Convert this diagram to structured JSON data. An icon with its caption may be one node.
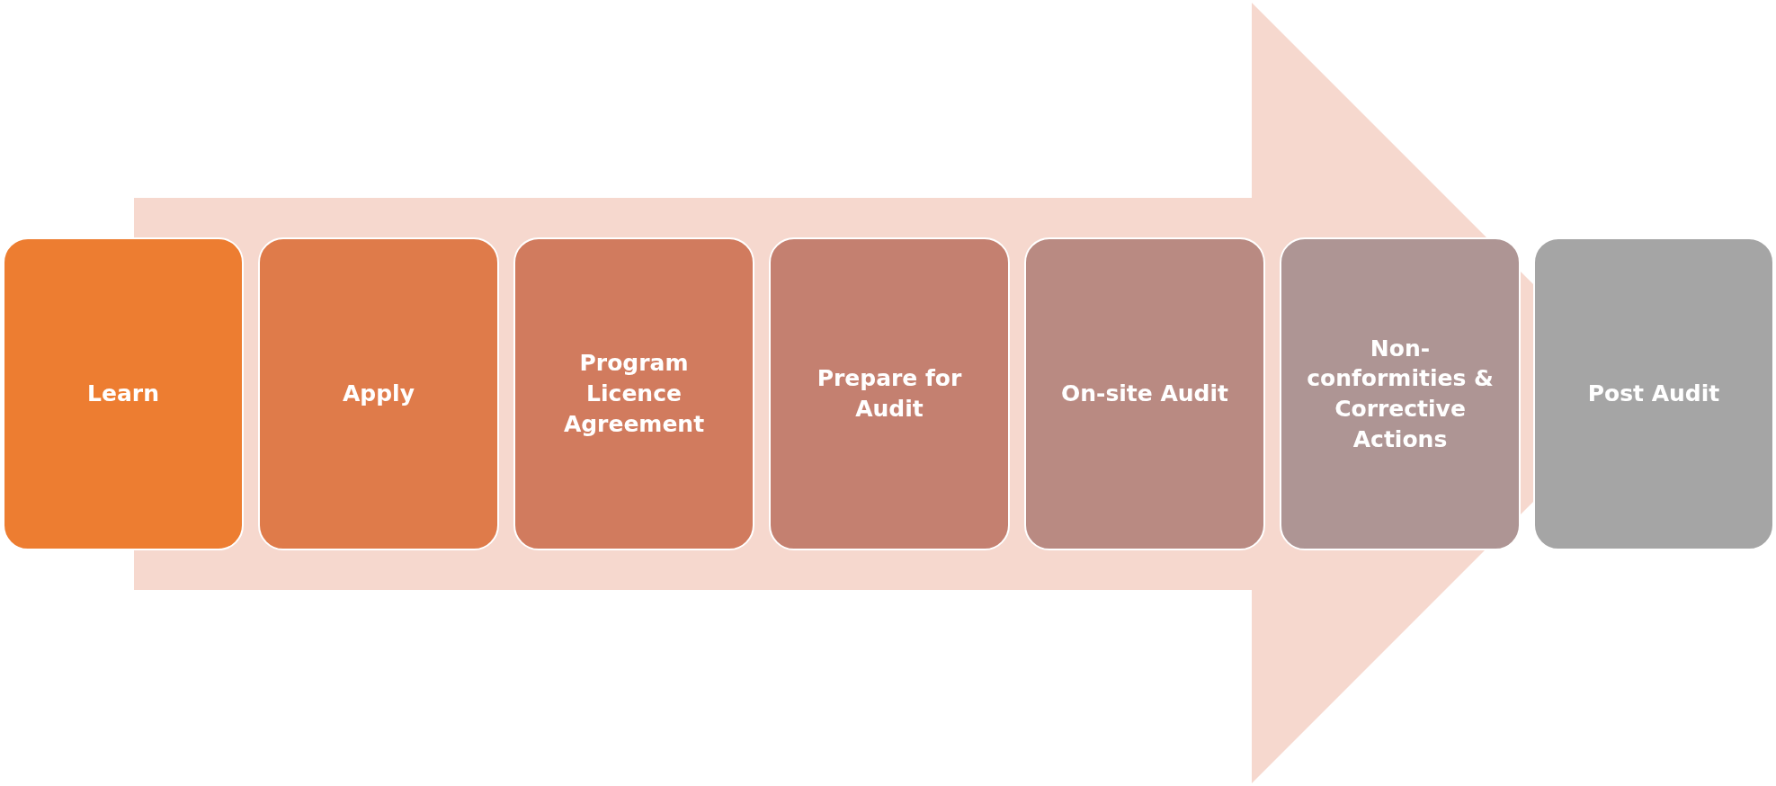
{
  "diagram": {
    "nodes": [
      {
        "text": [
          "Learn"
        ]
      },
      {
        "text": [
          "Apply"
        ]
      },
      {
        "text": [
          "Program Licence Agreement"
        ]
      },
      {
        "text": [
          "Prepare for Audit"
        ]
      },
      {
        "text": [
          "On-site Audit"
        ]
      },
      {
        "text": [
          "Non-conformities & Corrective Actions"
        ]
      },
      {
        "text": [
          "Post Audit"
        ]
      }
    ],
    "edges": [
      {
        "from": 0,
        "to": 6,
        "arrow": "to"
      }
    ]
  }
}
